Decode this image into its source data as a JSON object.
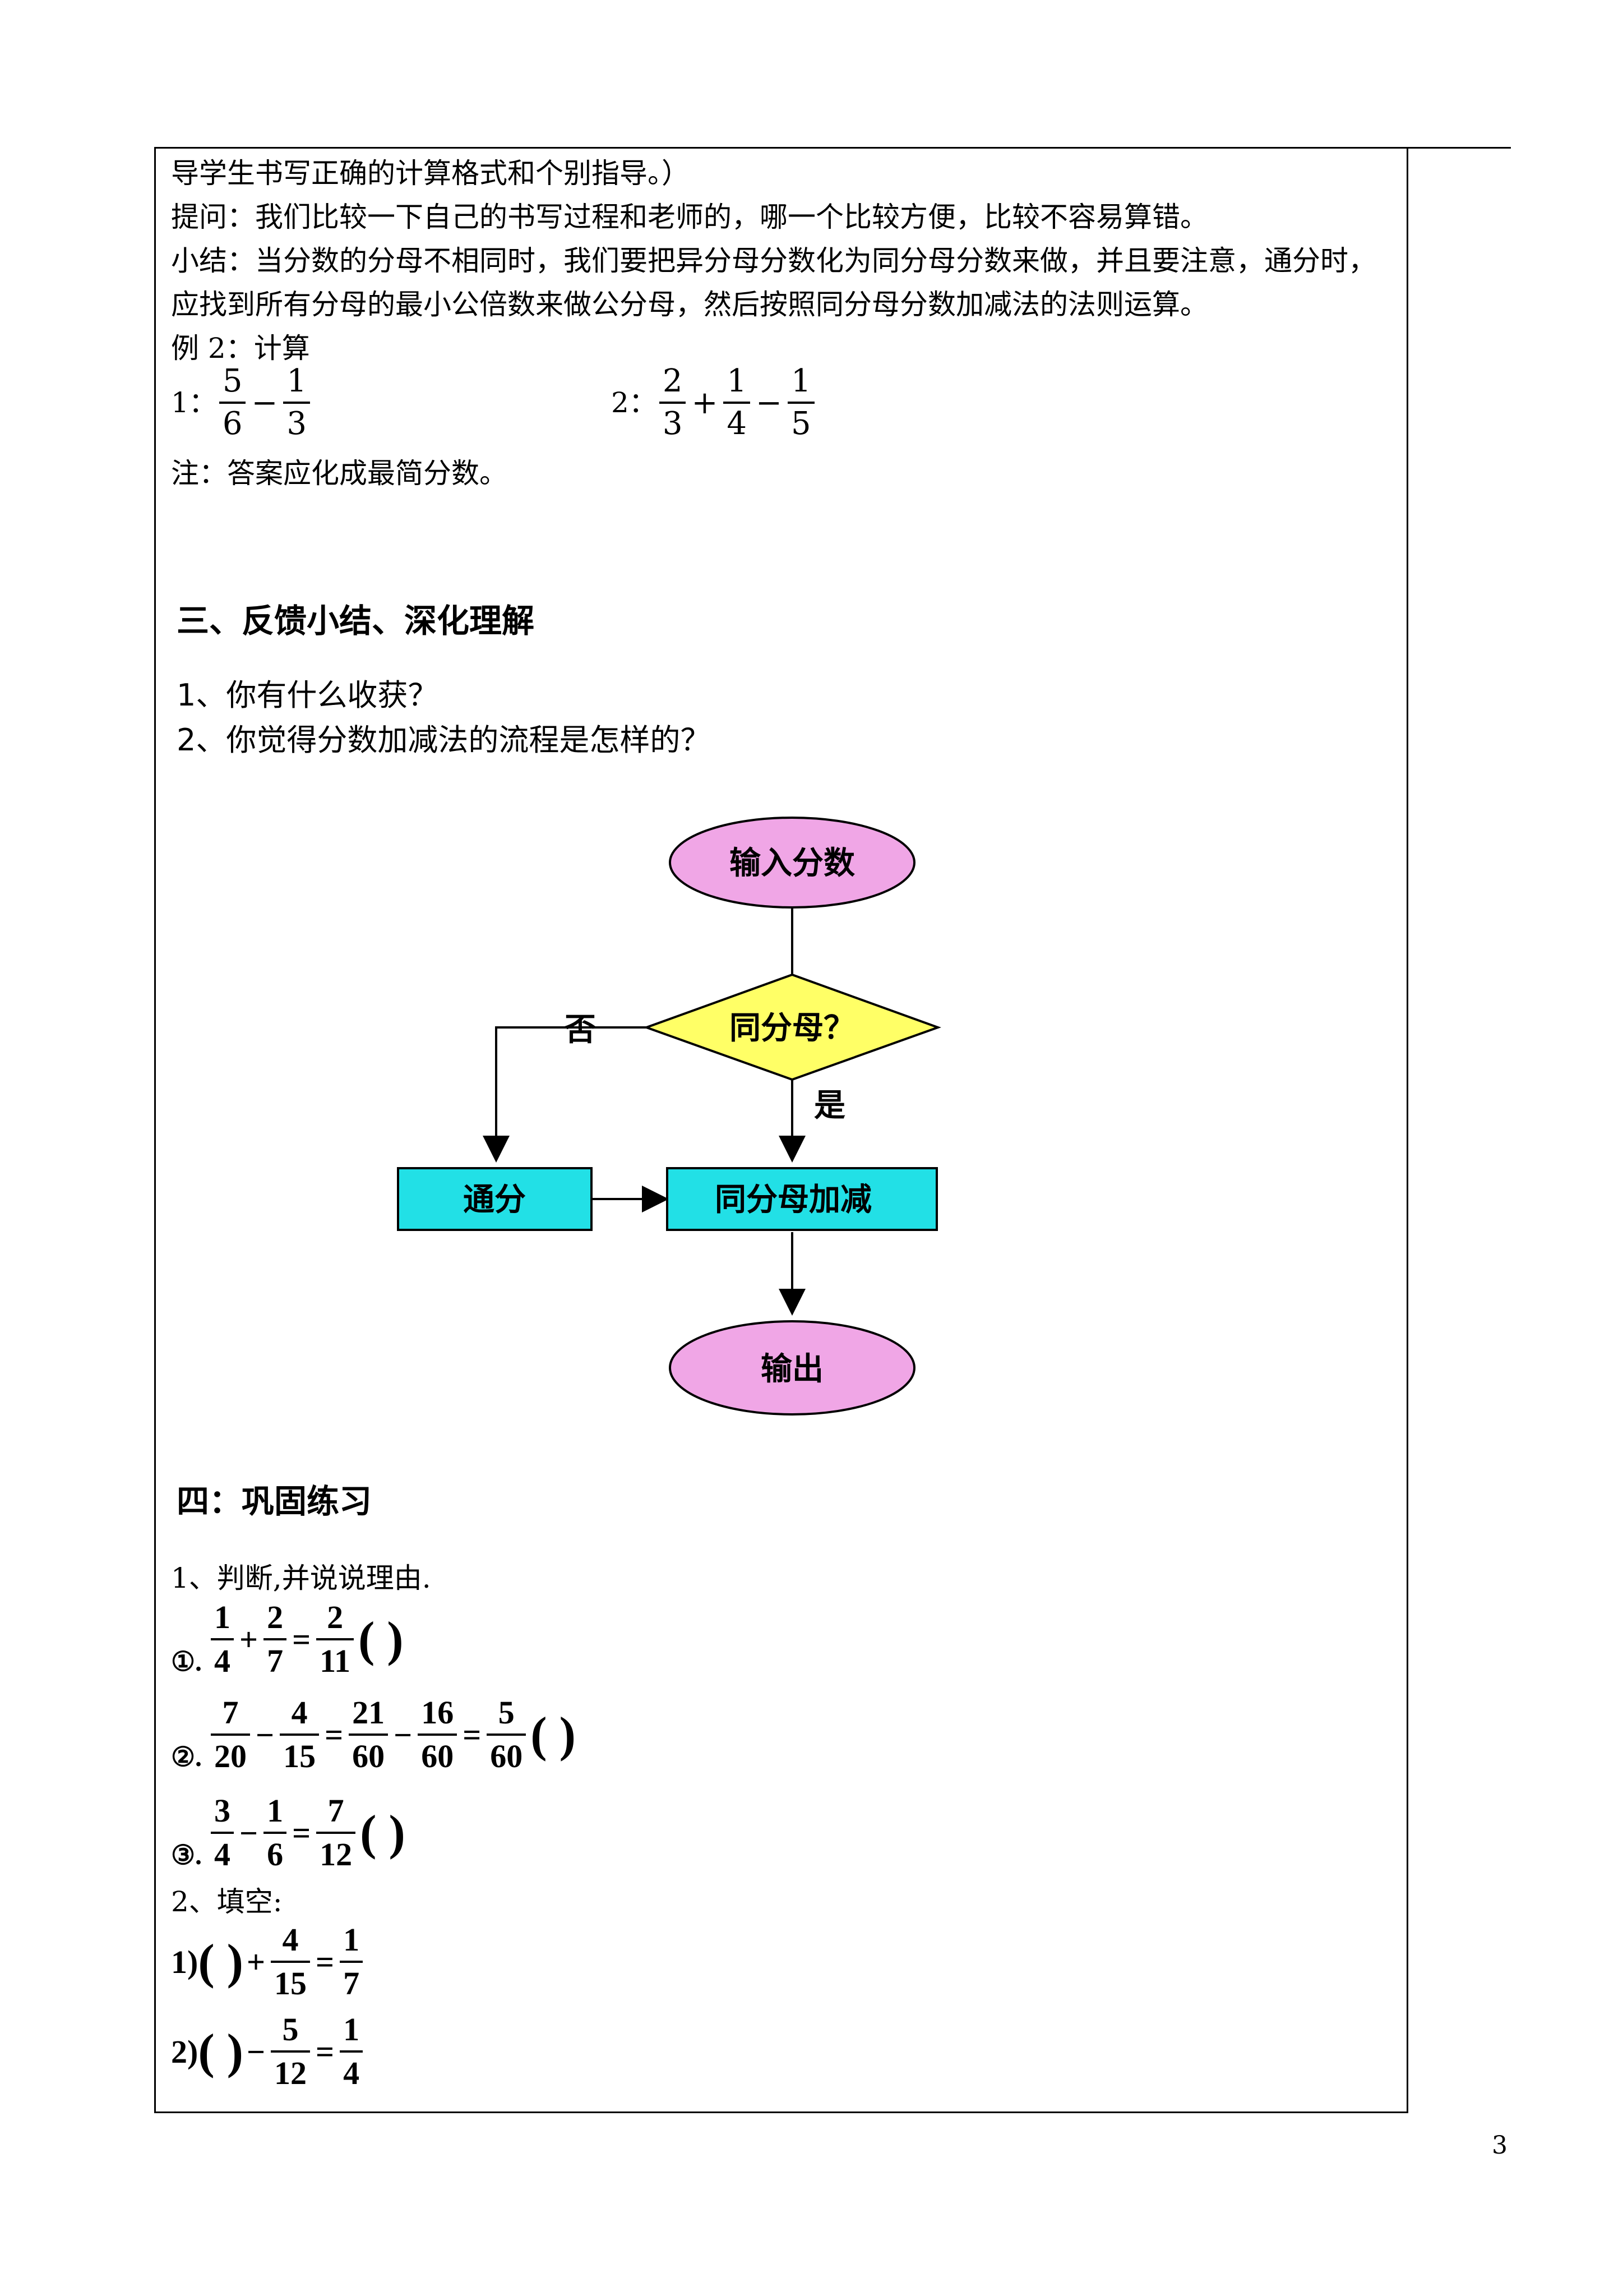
{
  "lines": {
    "l1": "导学生书写正确的计算格式和个别指导。）",
    "l2": "提问：我们比较一下自己的书写过程和老师的，哪一个比较方便，比较不容易算错。",
    "l3": "小结：当分数的分母不相同时，我们要把异分母分数化为同分母分数来做，并且要注意，通分时，",
    "l4": "应找到所有分母的最小公倍数来做公分母，然后按照同分母分数加减法的法则运算。",
    "example_title": "例 2：计算",
    "ex1_label": "1：",
    "ex2_label": "2：",
    "note": "注：答案应化成最简分数。"
  },
  "section3": {
    "title": "三、反馈小结、深化理解",
    "q1": "1、你有什么收获？",
    "q2": "2、你觉得分数加减法的流程是怎样的？"
  },
  "flowchart": {
    "input": "输入分数",
    "decision": "同分母？",
    "no": "否",
    "yes": "是",
    "tongfen": "通分",
    "same_denominator_op": "同分母加减",
    "output": "输出"
  },
  "section4": {
    "title": "四：巩固练习",
    "judge": "1、判断,并说说理由.",
    "c1": "①.",
    "c2": "②.",
    "c3": "③.",
    "fill": "2、填空:",
    "f1": "1)",
    "f2": "2)"
  },
  "math": {
    "ex1": {
      "a_n": "5",
      "a_d": "6",
      "op": "−",
      "b_n": "1",
      "b_d": "3"
    },
    "ex2": {
      "a_n": "2",
      "a_d": "3",
      "op1": "+",
      "b_n": "1",
      "b_d": "4",
      "op2": "−",
      "c_n": "1",
      "c_d": "5"
    },
    "j1": {
      "a_n": "1",
      "a_d": "4",
      "op": "+",
      "b_n": "2",
      "b_d": "7",
      "eq": "=",
      "r_n": "2",
      "r_d": "11",
      "paren": "( )"
    },
    "j2": {
      "a_n": "7",
      "a_d": "20",
      "op": "−",
      "b_n": "4",
      "b_d": "15",
      "eq1": "=",
      "c_n": "21",
      "c_d": "60",
      "op2": "−",
      "e_n": "16",
      "e_d": "60",
      "eq2": "=",
      "r_n": "5",
      "r_d": "60",
      "paren": "( )"
    },
    "j3": {
      "a_n": "3",
      "a_d": "4",
      "op": "−",
      "b_n": "1",
      "b_d": "6",
      "eq": "=",
      "r_n": "7",
      "r_d": "12",
      "paren": "( )"
    },
    "f1": {
      "paren": "( )",
      "op": "+",
      "a_n": "4",
      "a_d": "15",
      "eq": "=",
      "r_n": "1",
      "r_d": "7"
    },
    "f2": {
      "paren": "( )",
      "op": "−",
      "a_n": "5",
      "a_d": "12",
      "eq": "=",
      "r_n": "1",
      "r_d": "4"
    }
  },
  "page_number": "3",
  "colors": {
    "ellipse_fill": "#f0a6e6",
    "diamond_fill": "#ffff66",
    "rect_fill": "#22e0e6"
  }
}
